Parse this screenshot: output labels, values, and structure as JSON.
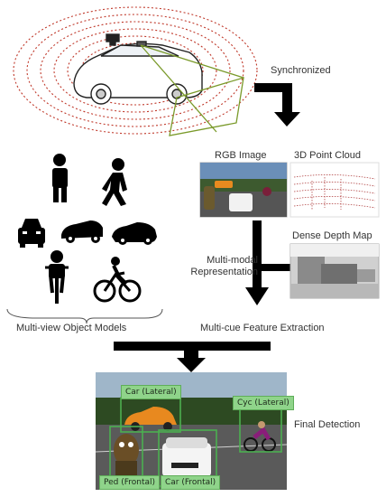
{
  "labels": {
    "synchronized": "Synchronized",
    "rgb_image": "RGB Image",
    "point_cloud": "3D Point Cloud",
    "dense_depth": "Dense Depth Map",
    "multimodal": "Multi-modal\nRepresentation",
    "multiview": "Multi-view Object Models",
    "multicue": "Multi-cue Feature Extraction",
    "final": "Final Detection"
  },
  "detections": {
    "car_lateral": "Car (Lateral)",
    "cyc_lateral": "Cyc (Lateral)",
    "ped_frontal": "Ped (Frontal)",
    "car_frontal": "Car (Frontal)"
  },
  "colors": {
    "lidar_rings": "#c0392b",
    "detection_box": "#4caf50",
    "arrow": "#000000"
  }
}
